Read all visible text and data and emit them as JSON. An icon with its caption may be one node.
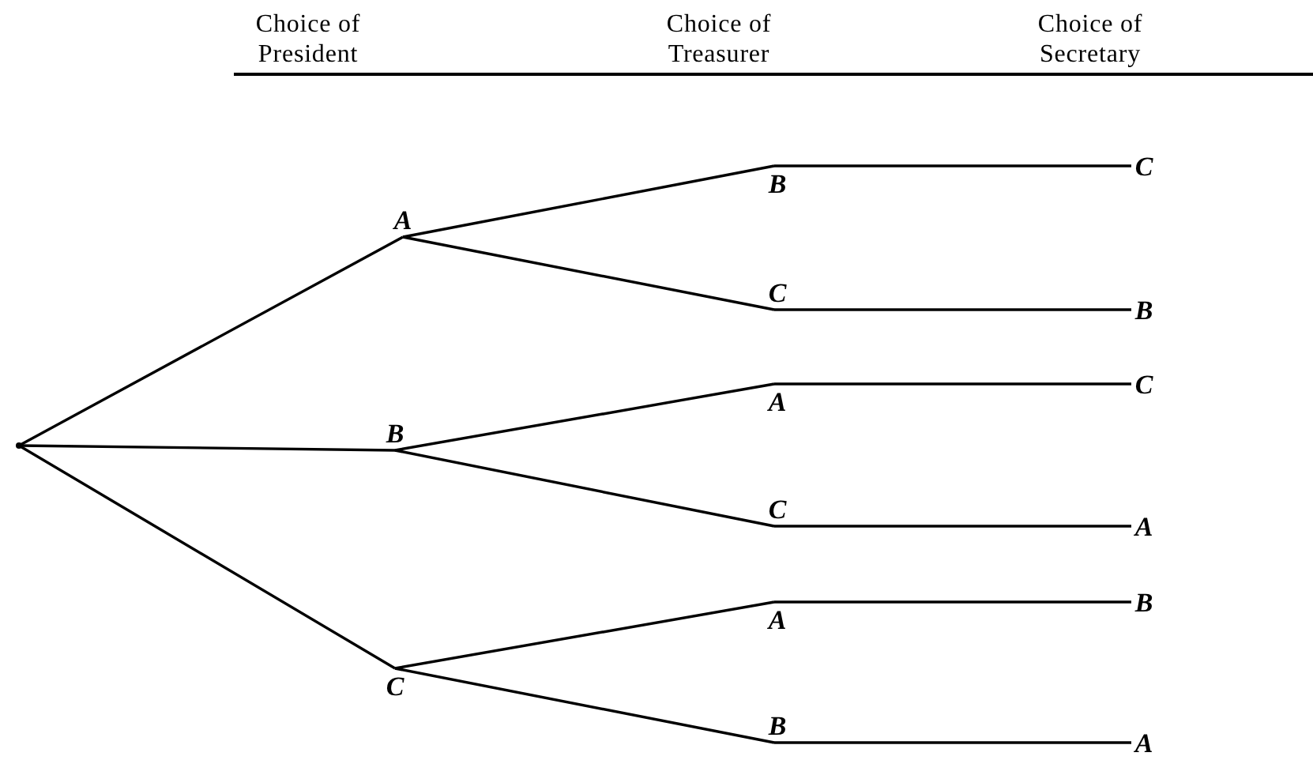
{
  "diagram": {
    "nodes": [
      {
        "text": [],
        "shape": "point"
      },
      {
        "text": [
          "A"
        ]
      },
      {
        "text": [
          "B"
        ]
      },
      {
        "text": [
          "C"
        ]
      },
      {
        "text": [
          "B"
        ]
      },
      {
        "text": [
          "C"
        ]
      },
      {
        "text": [
          "A"
        ]
      },
      {
        "text": [
          "C"
        ]
      },
      {
        "text": [
          "A"
        ]
      },
      {
        "text": [
          "B"
        ]
      },
      {
        "text": [
          "C"
        ]
      },
      {
        "text": [
          "B"
        ]
      },
      {
        "text": [
          "C"
        ]
      },
      {
        "text": [
          "A"
        ]
      },
      {
        "text": [
          "B"
        ]
      },
      {
        "text": [
          "A"
        ]
      }
    ],
    "edges": [
      {
        "from": 0,
        "to": 1,
        "arrow": "none"
      },
      {
        "from": 0,
        "to": 2,
        "arrow": "none"
      },
      {
        "from": 0,
        "to": 3,
        "arrow": "none"
      },
      {
        "from": 1,
        "to": 4,
        "arrow": "none"
      },
      {
        "from": 1,
        "to": 5,
        "arrow": "none"
      },
      {
        "from": 2,
        "to": 6,
        "arrow": "none"
      },
      {
        "from": 2,
        "to": 7,
        "arrow": "none"
      },
      {
        "from": 3,
        "to": 8,
        "arrow": "none"
      },
      {
        "from": 3,
        "to": 9,
        "arrow": "none"
      },
      {
        "from": 4,
        "to": 10,
        "arrow": "none"
      },
      {
        "from": 5,
        "to": 11,
        "arrow": "none"
      },
      {
        "from": 6,
        "to": 12,
        "arrow": "none"
      },
      {
        "from": 7,
        "to": 13,
        "arrow": "none"
      },
      {
        "from": 8,
        "to": 14,
        "arrow": "none"
      },
      {
        "from": 9,
        "to": 15,
        "arrow": "none"
      }
    ],
    "labels": [
      "Choice of President",
      "Choice of Treasurer",
      "Choice of Secretary"
    ]
  }
}
